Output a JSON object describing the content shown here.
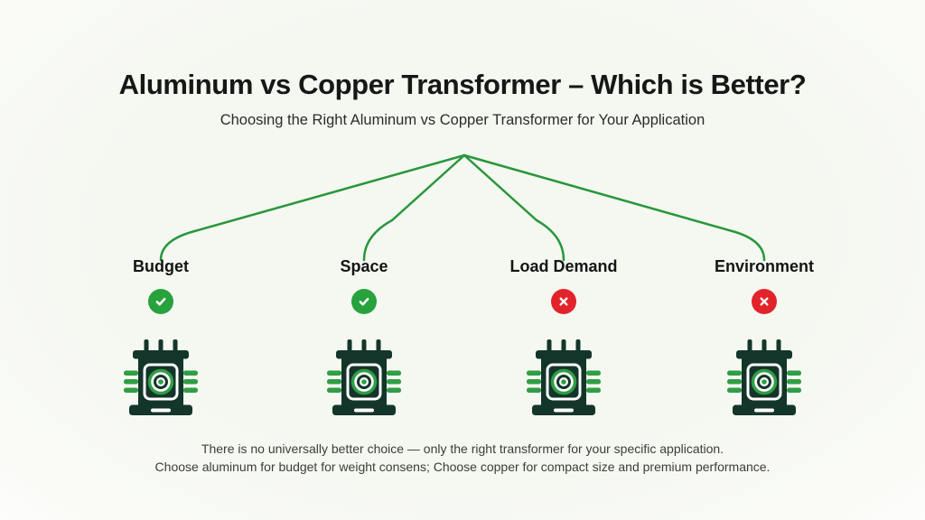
{
  "header": {
    "title": "Aluminum vs Copper Transformer – Which is Better?",
    "subtitle": "Choosing the Right Aluminum vs Copper Transformer for Your Application"
  },
  "tree": {
    "branches": [
      {
        "label": "Budget",
        "status": "pass",
        "icon": "transformer-icon"
      },
      {
        "label": "Space",
        "status": "pass",
        "icon": "transformer-icon"
      },
      {
        "label": "Load Demand",
        "status": "fail",
        "icon": "transformer-icon"
      },
      {
        "label": "Environment",
        "status": "fail",
        "icon": "transformer-icon"
      }
    ]
  },
  "footer": {
    "line1": "There is no universally better choice — only the right transformer for your specific application.",
    "line2": "Choose aluminum for budget for weight consens; Choose copper for compact size and premium performance."
  },
  "icons": {
    "status_pass": "check-circle-icon",
    "status_fail": "x-circle-icon",
    "item": "transformer-icon"
  },
  "colors": {
    "background": "#f5f7f1",
    "connector_green": "#28973b",
    "status_pass_green": "#27a23c",
    "status_fail_red": "#e2232a",
    "transformer_dark": "#14352a",
    "transformer_green": "#2f9e44",
    "title_text": "#161817",
    "footer_text": "#3b3d3b"
  }
}
